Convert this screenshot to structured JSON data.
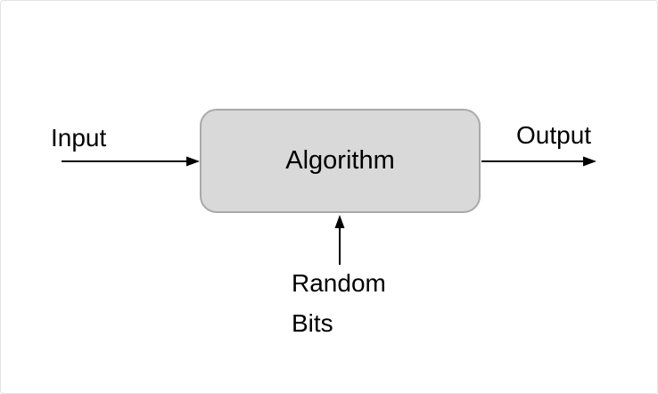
{
  "diagram": {
    "node": {
      "label": "Algorithm"
    },
    "edges": [
      {
        "id": "input",
        "label": "Input",
        "direction": "into-node-from-left"
      },
      {
        "id": "output",
        "label": "Output",
        "direction": "out-of-node-to-right"
      },
      {
        "id": "random-bits",
        "label": "Random Bits",
        "label_lines": [
          "Random",
          "Bits"
        ],
        "direction": "into-node-from-bottom"
      }
    ],
    "colors": {
      "background": "#ffffff",
      "frame_border": "#e3e3e3",
      "node_fill": "#d9d9d9",
      "node_border": "#a9a9a9",
      "arrow": "#000000",
      "text": "#000000"
    }
  }
}
